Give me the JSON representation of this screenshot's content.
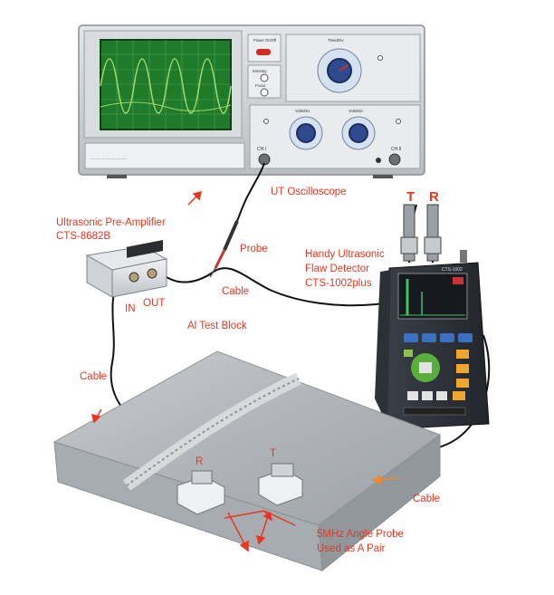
{
  "oscilloscope": {
    "label": "UT Oscilloscope",
    "panel_texts": {
      "power": "Power On/Off",
      "intensity": "Intensity",
      "focus": "Focus",
      "time_div": "Time/Div",
      "volts_div_1": "Volts/Div",
      "volts_div_2": "Volts/Div",
      "chi": "CH.I",
      "chii": "CH.II"
    }
  },
  "preamp": {
    "title_line1": "Ultrasonic Pre-Amplifier",
    "title_line2": "CTS-8682B",
    "in_label": "IN",
    "out_label": "OUT"
  },
  "probe_label": "Probe",
  "cable_labels": [
    "Cable",
    "Cable",
    "Cable"
  ],
  "flaw_detector": {
    "line1": "Handy Ultrasonic",
    "line2": "Flaw Detector",
    "line3": "CTS-1002plus",
    "model_text": "CTS-1002",
    "t_label": "T",
    "r_label": "R"
  },
  "test_block_label": "Al Test Block",
  "block_probes": {
    "r_label": "R",
    "t_label": "T",
    "caption_line1": "5MHz Angle Probe",
    "caption_line2": "Used as A Pair"
  },
  "colors": {
    "label_red": "#e8361f",
    "screen_green": "#1f7a2a",
    "trace_green": "#9fd86a",
    "scope_body": "#cfd3d6",
    "block_metal": "#b9bdc2",
    "detector_body": "#2b2f36",
    "arrow_orange": "#f08a2c"
  }
}
